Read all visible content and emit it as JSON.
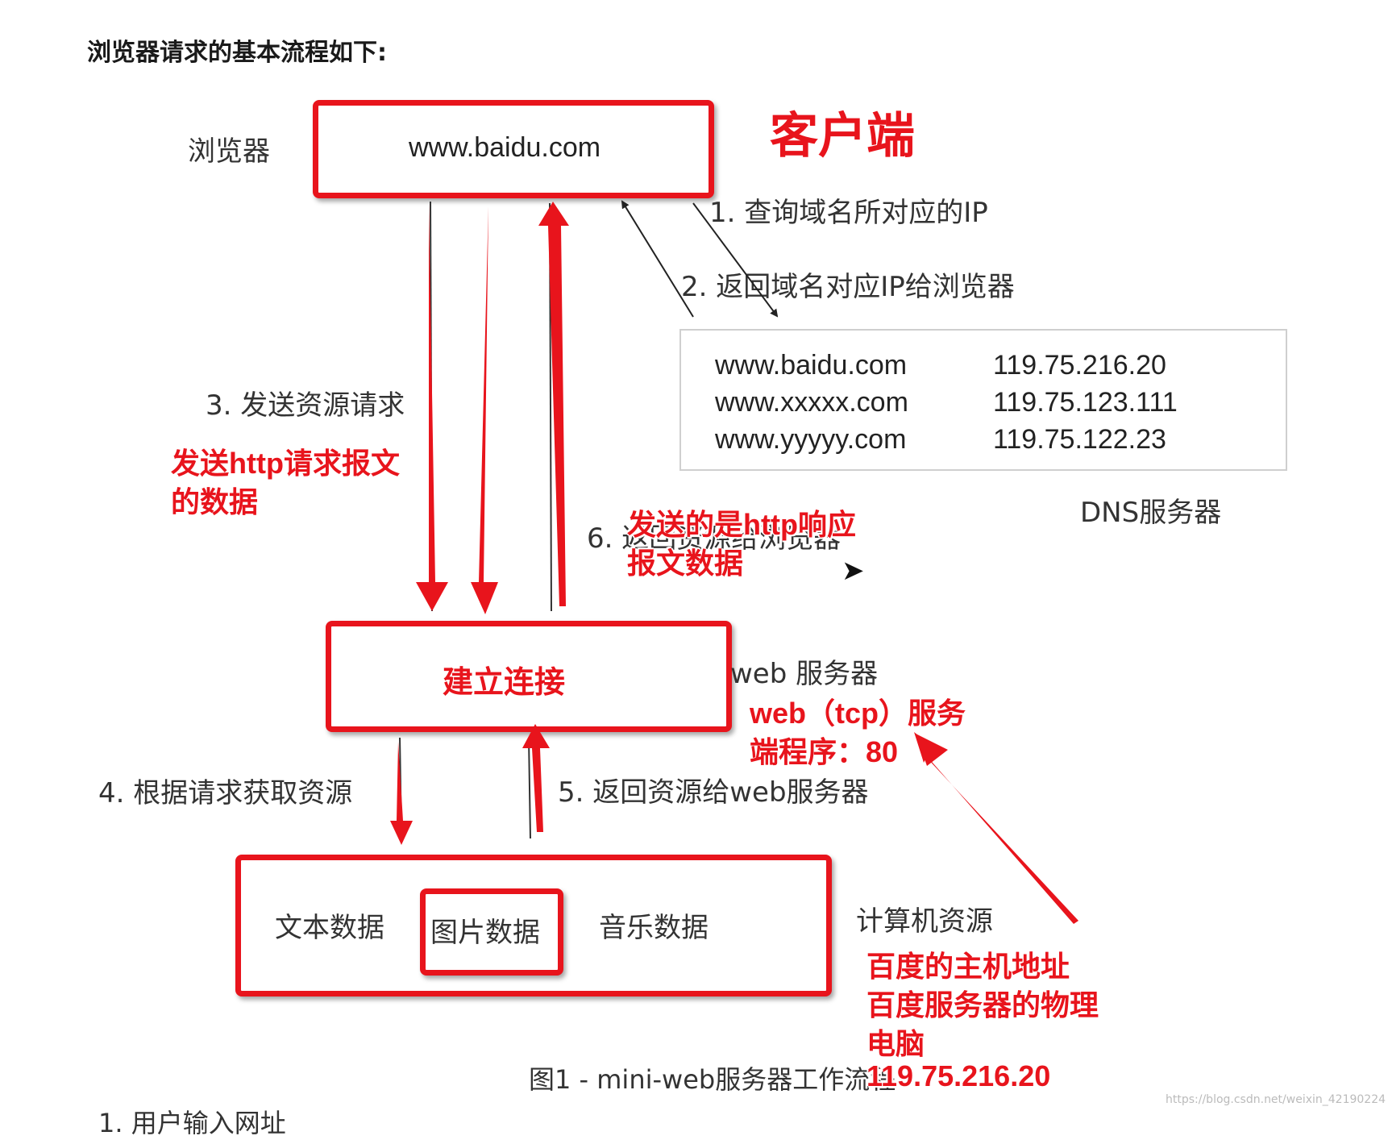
{
  "heading": "浏览器请求的基本流程如下:",
  "browser": {
    "label": "浏览器",
    "url": "www.baidu.com"
  },
  "client_note": "客户端",
  "steps": {
    "s1": "1. 查询域名所对应的IP",
    "s2": "2. 返回域名对应IP给浏览器",
    "s3": "3. 发送资源请求",
    "s4": "4. 根据请求获取资源",
    "s5": "5. 返回资源给web服务器",
    "s6": "6. 返回资源给浏览器"
  },
  "dns": {
    "label": "DNS服务器",
    "rows": [
      {
        "domain": "www.baidu.com",
        "ip": "119.75.216.20"
      },
      {
        "domain": "www.xxxxx.com",
        "ip": "119.75.123.111"
      },
      {
        "domain": "www.yyyyy.com",
        "ip": "119.75.122.23"
      }
    ]
  },
  "notes": {
    "request_line1": "发送http请求报文",
    "request_line2": "的数据",
    "response_line1": "发送的是http响应",
    "response_line2": "报文数据",
    "connect": "建立连接",
    "web_tcp_line1": "web（tcp）服务",
    "web_tcp_line2": "端程序：80",
    "host_line1": "百度的主机地址",
    "host_line2": "百度服务器的物理",
    "host_line3": "电脑",
    "host_line4": "119.75.216.20"
  },
  "web_server": {
    "label": "web 服务器"
  },
  "resources": {
    "label": "计算机资源",
    "items": [
      "文本数据",
      "图片数据",
      "音乐数据"
    ]
  },
  "caption": "图1 - mini-web服务器工作流程",
  "footer_item": "1.  用户输入网址",
  "watermark": "https://blog.csdn.net/weixin_42190224",
  "colors": {
    "accent_red": "#e8141c",
    "box_grey": "#cfcfcf"
  }
}
